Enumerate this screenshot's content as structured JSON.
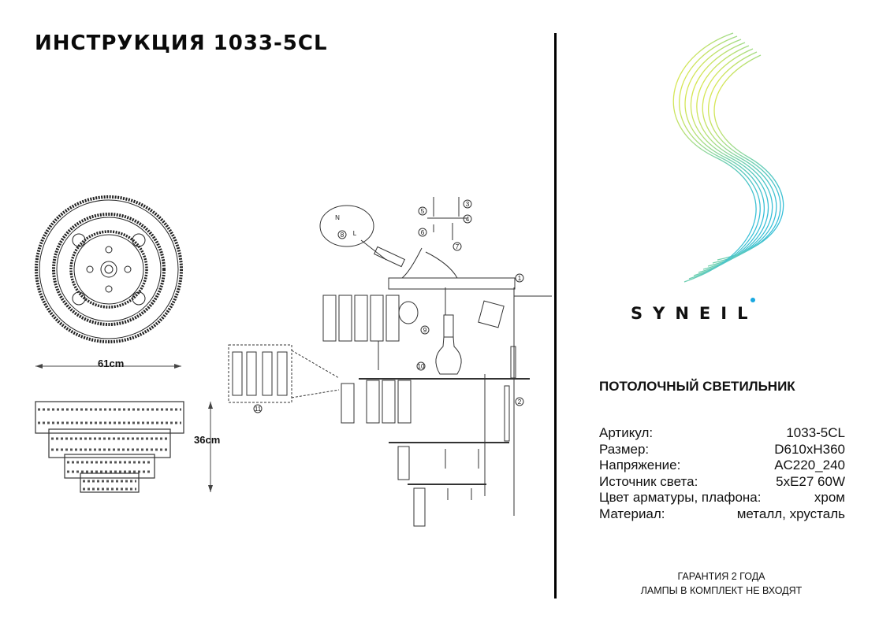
{
  "title": "ИНСТРУКЦИЯ 1033-5CL",
  "brand": {
    "name": "SYNEIL",
    "accent_color": "#1aa8e0",
    "gradient": [
      "#f2ec3a",
      "#1fb8e8"
    ]
  },
  "product_type": "ПОТОЛОЧНЫЙ СВЕТИЛЬНИК",
  "specs": [
    {
      "label": "Артикул:",
      "value": "1033-5CL"
    },
    {
      "label": "Размер:",
      "value": "D610xH360"
    },
    {
      "label": "Напряжение:",
      "value": "AC220_240"
    },
    {
      "label": "Источник света:",
      "value": "5xE27 60W"
    },
    {
      "label": "Цвет арматуры, плафона:",
      "value": "хром"
    },
    {
      "label": "Материал:",
      "value": "металл, хрусталь"
    }
  ],
  "dimensions": {
    "width": "61cm",
    "height": "36cm"
  },
  "callouts": [
    "1",
    "2",
    "3",
    "4",
    "5",
    "6",
    "7",
    "8",
    "9",
    "10",
    "11"
  ],
  "wiring_labels": {
    "neutral": "N",
    "live": "L"
  },
  "footer": {
    "warranty": "ГАРАНТИЯ 2 ГОДА",
    "lamps": "ЛАМПЫ В КОМПЛЕКТ НЕ ВХОДЯТ"
  }
}
